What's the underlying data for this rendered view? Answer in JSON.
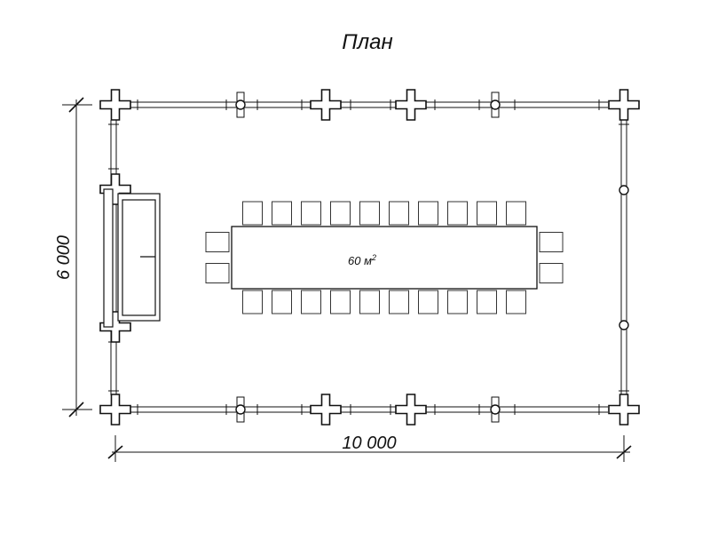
{
  "title": "План",
  "dimensions": {
    "width_label": "10 000",
    "height_label": "6 000"
  },
  "table": {
    "area_label": "60 м",
    "area_unit_superscript": "2"
  },
  "layout_counts": {
    "chairs_per_long_side": 10,
    "chairs_per_short_side": 2
  }
}
